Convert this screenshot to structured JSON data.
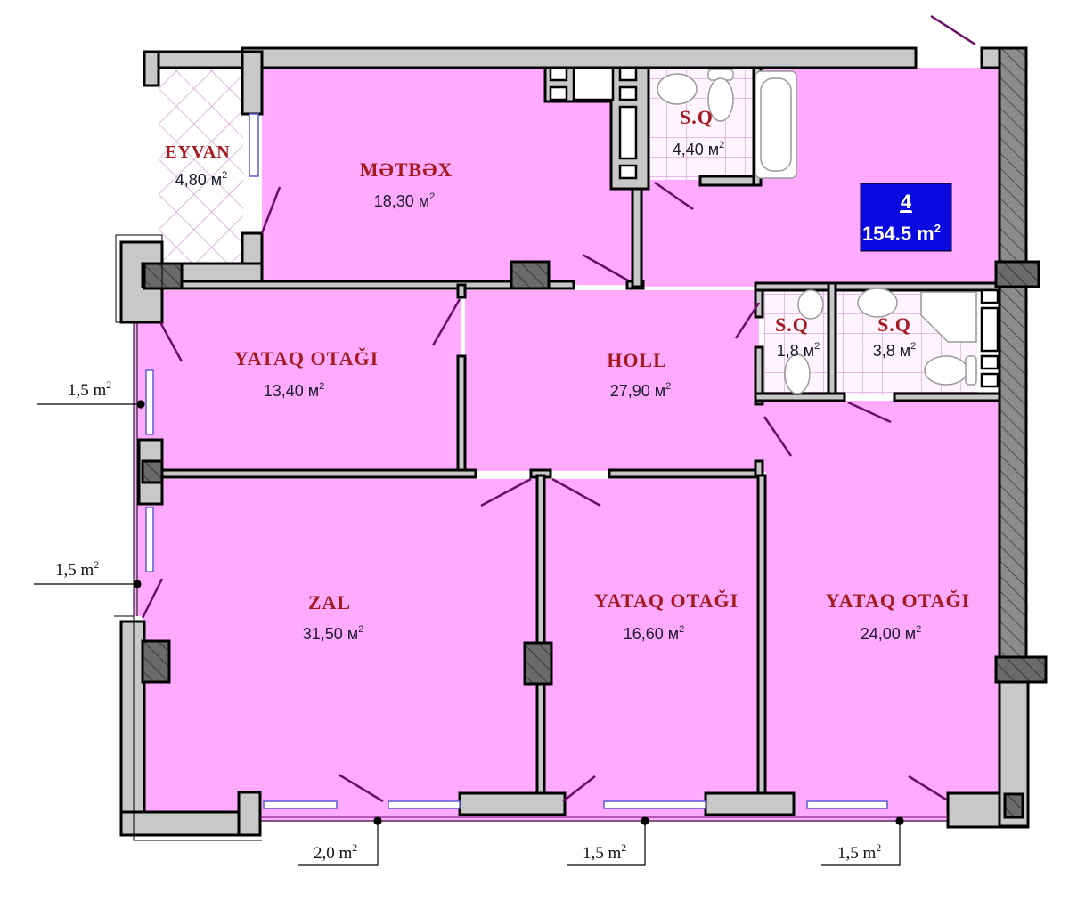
{
  "plan": {
    "apartment_badge": {
      "number": "4",
      "total_area": "154.5 m",
      "total_area_sup": "2",
      "bg_color": "#0a0ae0"
    },
    "colors": {
      "room_fill": "#ffaaff",
      "wall_fill": "#c8c8c8",
      "wall_stroke": "#000000",
      "column_fill": "#6e6e6e",
      "door_swing": "#6a0a6a",
      "label_red": "#a31a1f",
      "tile_grid": "#d28ad2"
    },
    "rooms": [
      {
        "id": "eyvan",
        "name": "EYVAN",
        "area": "4,80 м",
        "sup": "2"
      },
      {
        "id": "metbex",
        "name": "MƏTBƏX",
        "area": "18,30 м",
        "sup": "2"
      },
      {
        "id": "sq1",
        "name": "S.Q",
        "area": "4,40 м",
        "sup": "2"
      },
      {
        "id": "yataq1",
        "name": "YATAQ OTAĞI",
        "area": "13,40 м",
        "sup": "2"
      },
      {
        "id": "holl",
        "name": "HOLL",
        "area": "27,90 м",
        "sup": "2"
      },
      {
        "id": "sq2",
        "name": "S.Q",
        "area": "1,8 м",
        "sup": "2"
      },
      {
        "id": "sq3",
        "name": "S.Q",
        "area": "3,8 м",
        "sup": "2"
      },
      {
        "id": "zal",
        "name": "ZAL",
        "area": "31,50 м",
        "sup": "2"
      },
      {
        "id": "yataq2",
        "name": "YATAQ OTAĞI",
        "area": "16,60 м",
        "sup": "2"
      },
      {
        "id": "yataq3",
        "name": "YATAQ OTAĞI",
        "area": "24,00 м",
        "sup": "2"
      }
    ],
    "balconies": [
      {
        "id": "balc-left-1",
        "label": "1,5 m",
        "sup": "2"
      },
      {
        "id": "balc-left-2",
        "label": "1,5 m",
        "sup": "2"
      },
      {
        "id": "balc-bottom-1",
        "label": "2,0 m",
        "sup": "2"
      },
      {
        "id": "balc-bottom-2",
        "label": "1,5 m",
        "sup": "2"
      },
      {
        "id": "balc-bottom-3",
        "label": "1,5 m",
        "sup": "2"
      }
    ]
  }
}
